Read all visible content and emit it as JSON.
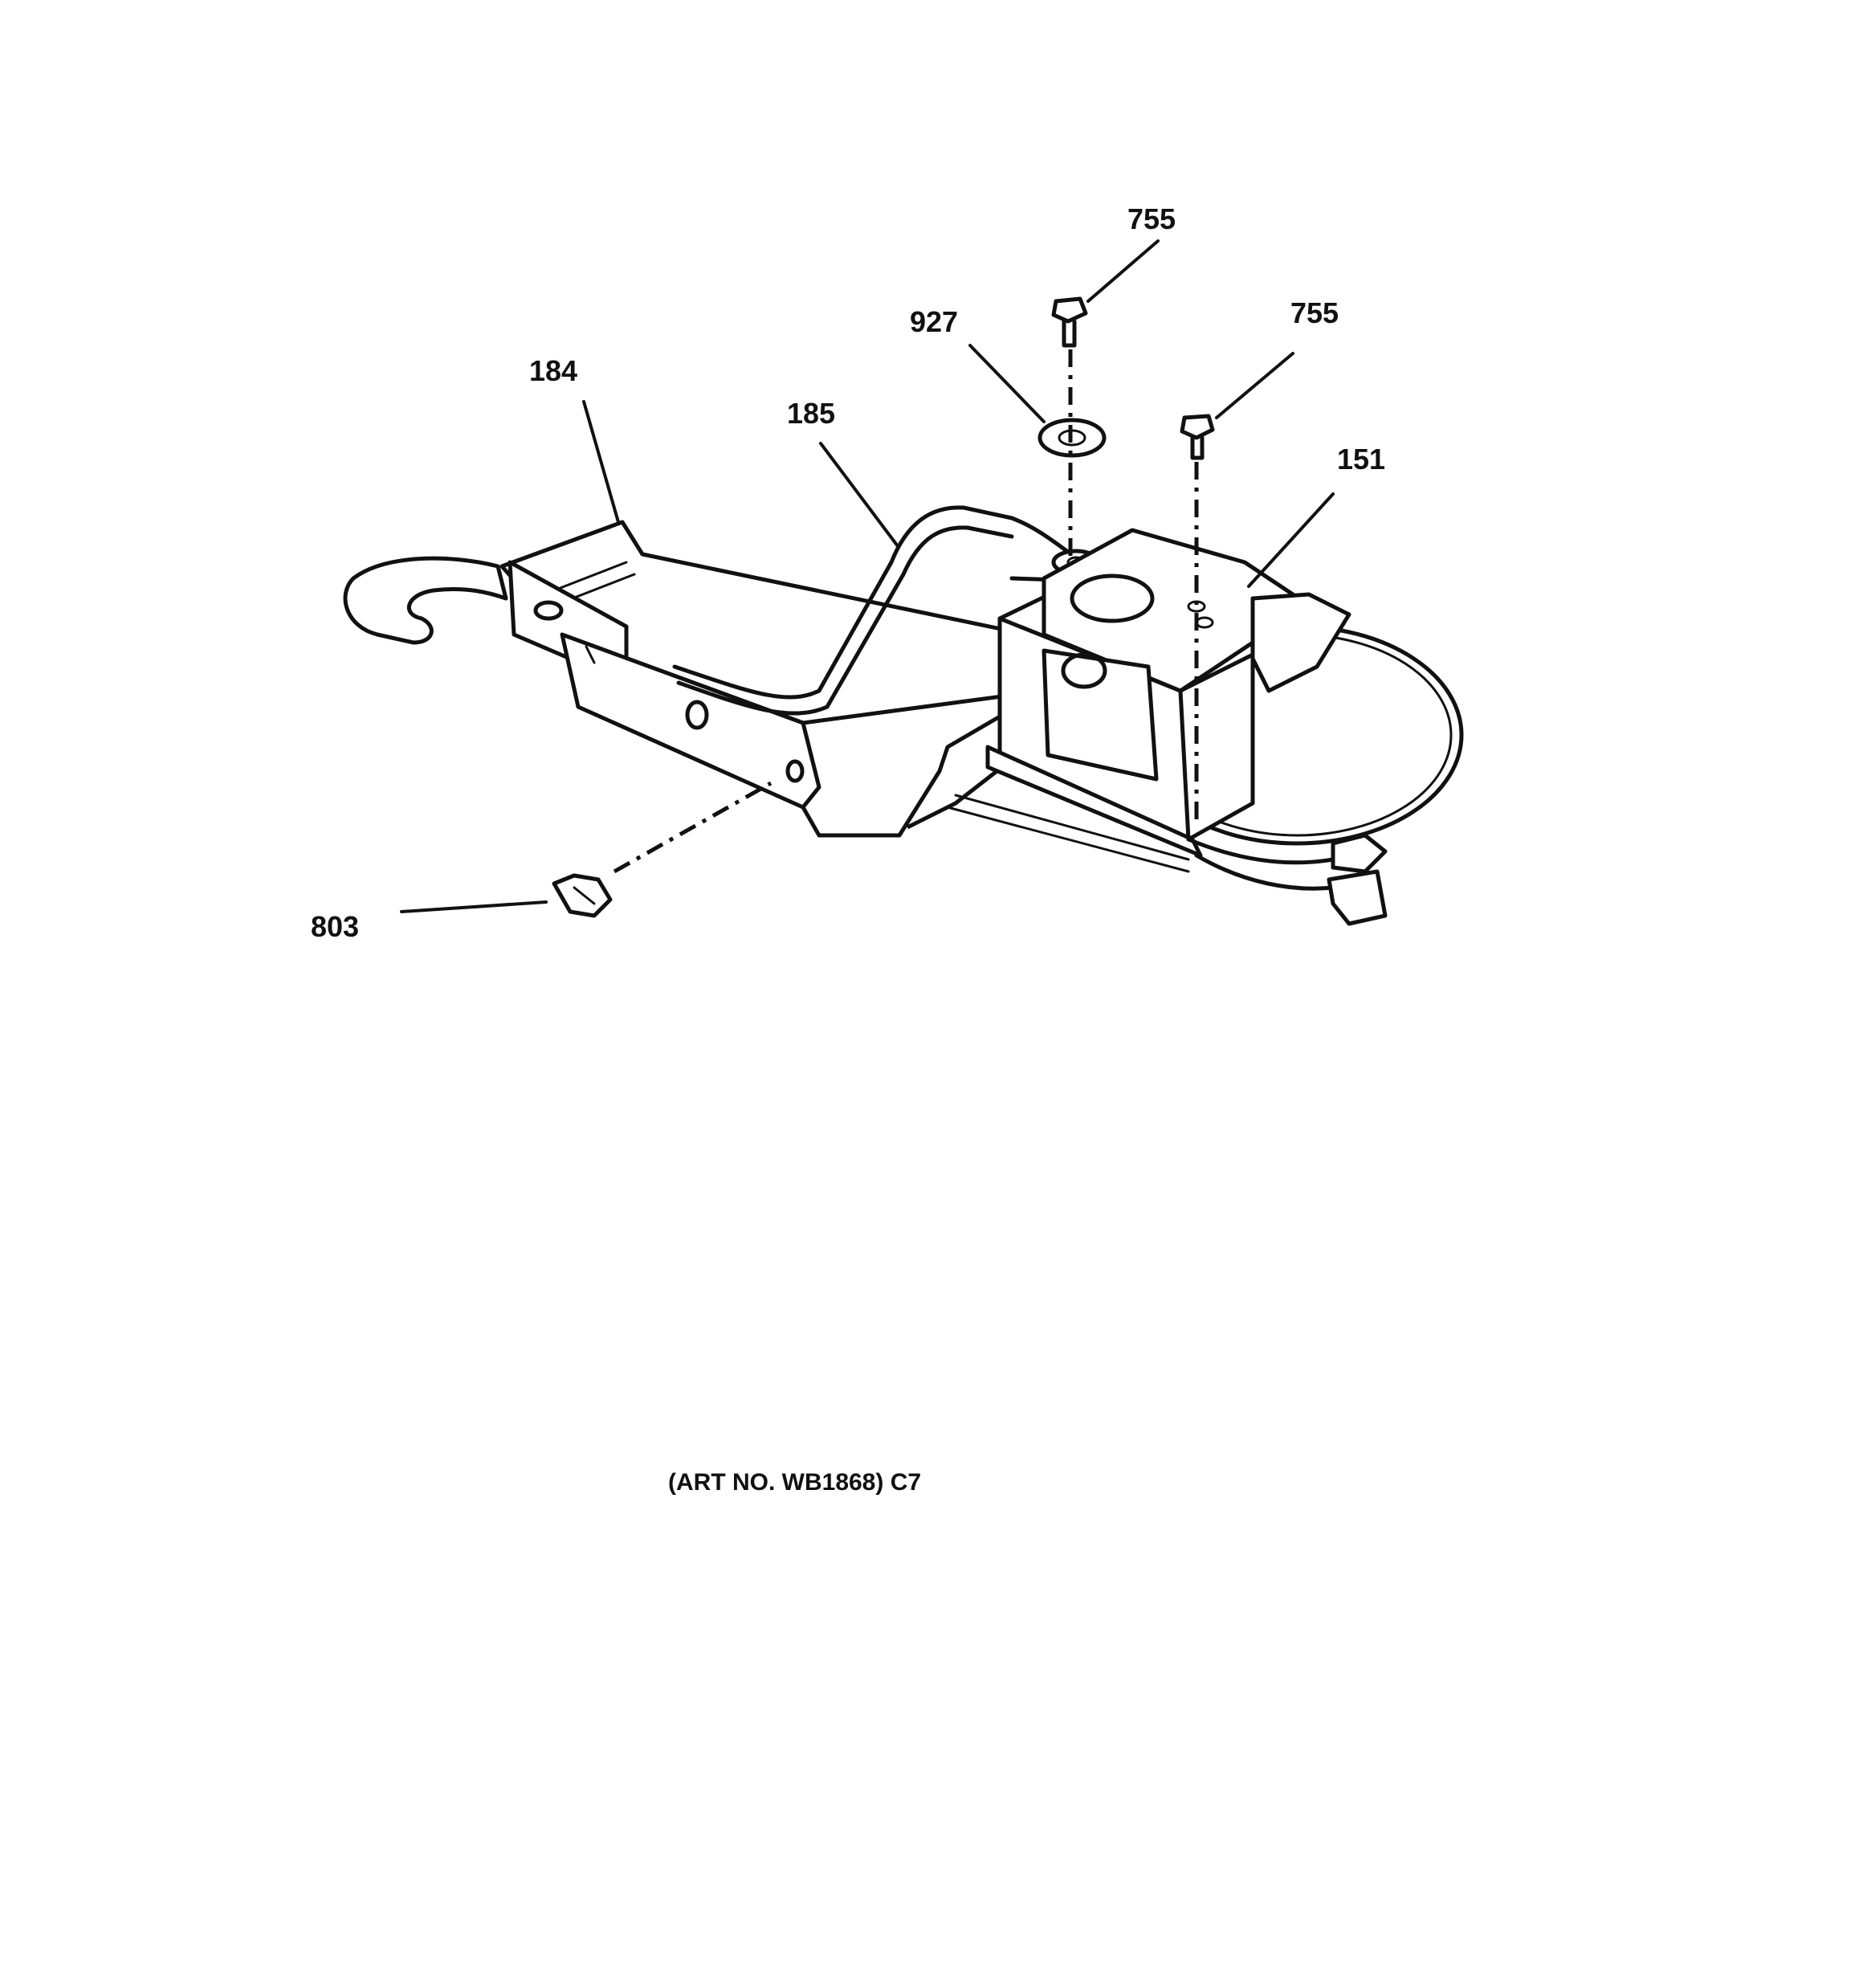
{
  "diagram": {
    "callouts": [
      {
        "id": "label-755-top",
        "text": "755"
      },
      {
        "id": "label-927",
        "text": "927"
      },
      {
        "id": "label-755-right",
        "text": "755"
      },
      {
        "id": "label-184",
        "text": "184"
      },
      {
        "id": "label-185",
        "text": "185"
      },
      {
        "id": "label-151",
        "text": "151"
      },
      {
        "id": "label-803",
        "text": "803"
      }
    ],
    "caption": "(ART NO. WB1868) C7"
  }
}
